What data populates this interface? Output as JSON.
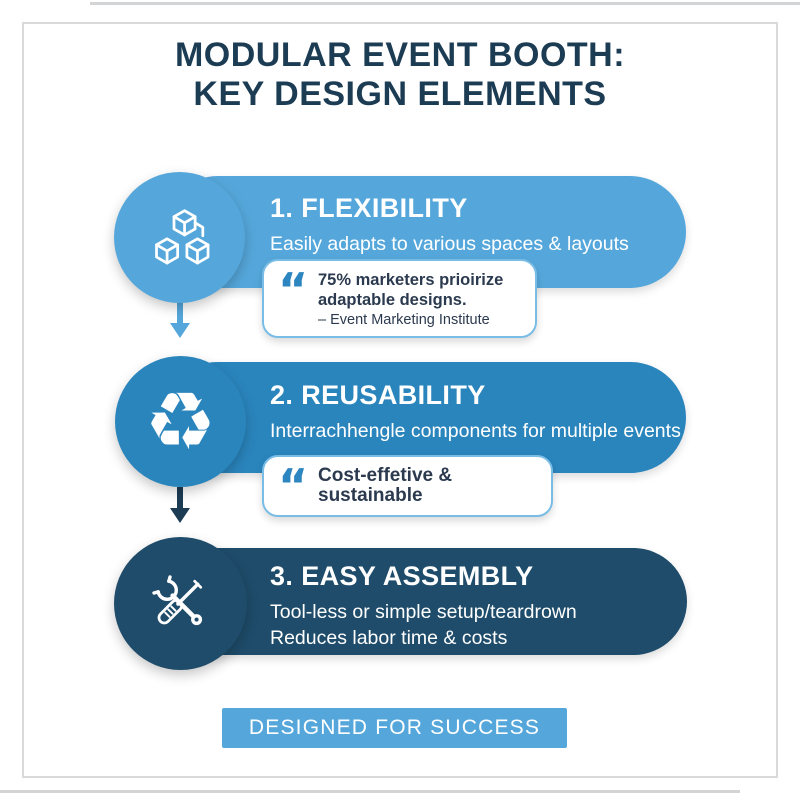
{
  "title": {
    "line1": "MODULAR EVENT BOOTH:",
    "line2": "KEY DESIGN ELEMENTS"
  },
  "sections": [
    {
      "heading": "1. FLEXIBILITY",
      "subtitle": "Easily adapts to various spaces & layouts",
      "icon": "cubes-icon",
      "quote_line1": "75% marketers prioirize",
      "quote_line2": "adaptable designs.",
      "quote_attribution": "– Event Marketing Institute",
      "color": "#55a7db"
    },
    {
      "heading": "2. REUSABILITY",
      "subtitle": "Interrachhengle components for multiple events",
      "icon": "recycle-icon",
      "quote_line1": "Cost-effetive & sustainable",
      "color": "#2a85bd"
    },
    {
      "heading": "3. EASY ASSEMBLY",
      "subtitle_line1": "Tool-less or simple setup/teardrown",
      "subtitle_line2": "Reduces labor time & costs",
      "icon": "tools-icon",
      "color": "#1e4c6a"
    }
  ],
  "glyphs": {
    "quote": "“",
    "recycle": "♻"
  },
  "banner": {
    "label": "DESIGNED FOR SUCCESS",
    "color": "#55a7db"
  },
  "colors": {
    "title_text": "#1c3c54",
    "light_blue": "#55a7db",
    "medium_blue": "#2a85bd",
    "dark_navy": "#1e4c6a",
    "quote_text": "#2b3a4f",
    "quote_mark": "#2e86c1",
    "card_border": "#79bde6",
    "frame_border": "#dadada"
  }
}
